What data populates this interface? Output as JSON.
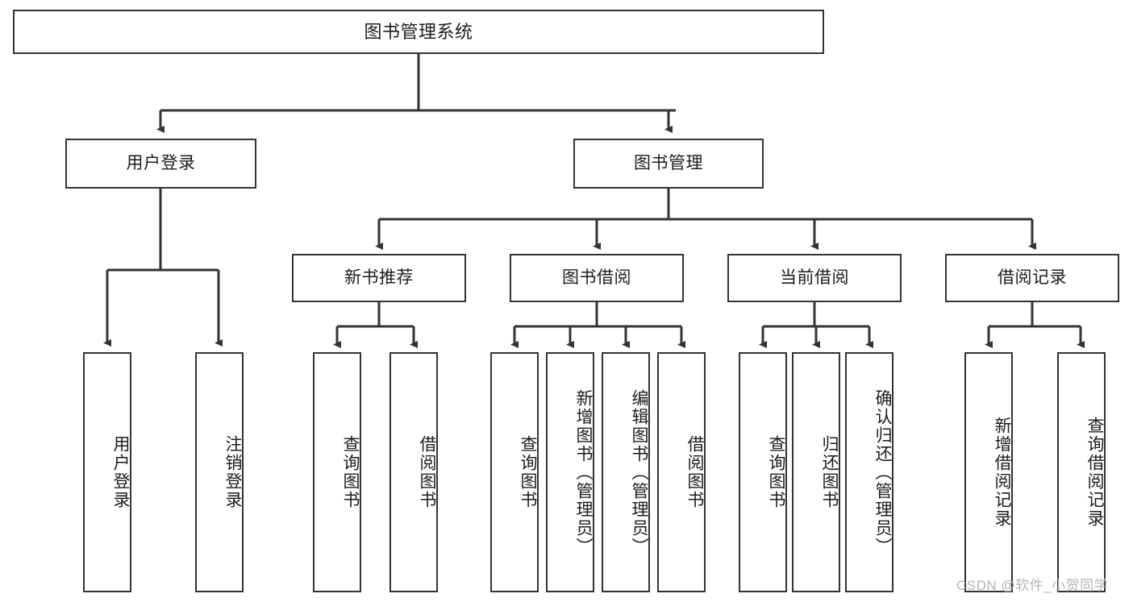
{
  "diagram": {
    "type": "tree",
    "title": "图书管理系统",
    "root": {
      "label": "图书管理系统"
    },
    "level1": [
      {
        "label": "用户登录"
      },
      {
        "label": "图书管理"
      }
    ],
    "level2": [
      {
        "label": "新书推荐"
      },
      {
        "label": "图书借阅"
      },
      {
        "label": "当前借阅"
      },
      {
        "label": "借阅记录"
      }
    ],
    "leaves": {
      "user_login": [
        {
          "label": "用户登录"
        },
        {
          "label": "注销登录"
        }
      ],
      "new_book_recommend": [
        {
          "label": "查询图书"
        },
        {
          "label": "借阅图书"
        }
      ],
      "book_borrow": [
        {
          "label": "查询图书"
        },
        {
          "label": "新增图书（管理员）"
        },
        {
          "label": "编辑图书（管理员）"
        },
        {
          "label": "借阅图书"
        }
      ],
      "current_borrow": [
        {
          "label": "查询图书"
        },
        {
          "label": "归还图书"
        },
        {
          "label": "确认归还（管理员）"
        }
      ],
      "borrow_record": [
        {
          "label": "新增借阅记录"
        },
        {
          "label": "查询借阅记录"
        }
      ]
    }
  },
  "watermark": {
    "text": "CSDN @软件_小贺同学"
  },
  "colors": {
    "border": "#333333",
    "background": "#ffffff",
    "text": "#1c1c1c",
    "watermark": "#b6b6b6"
  }
}
